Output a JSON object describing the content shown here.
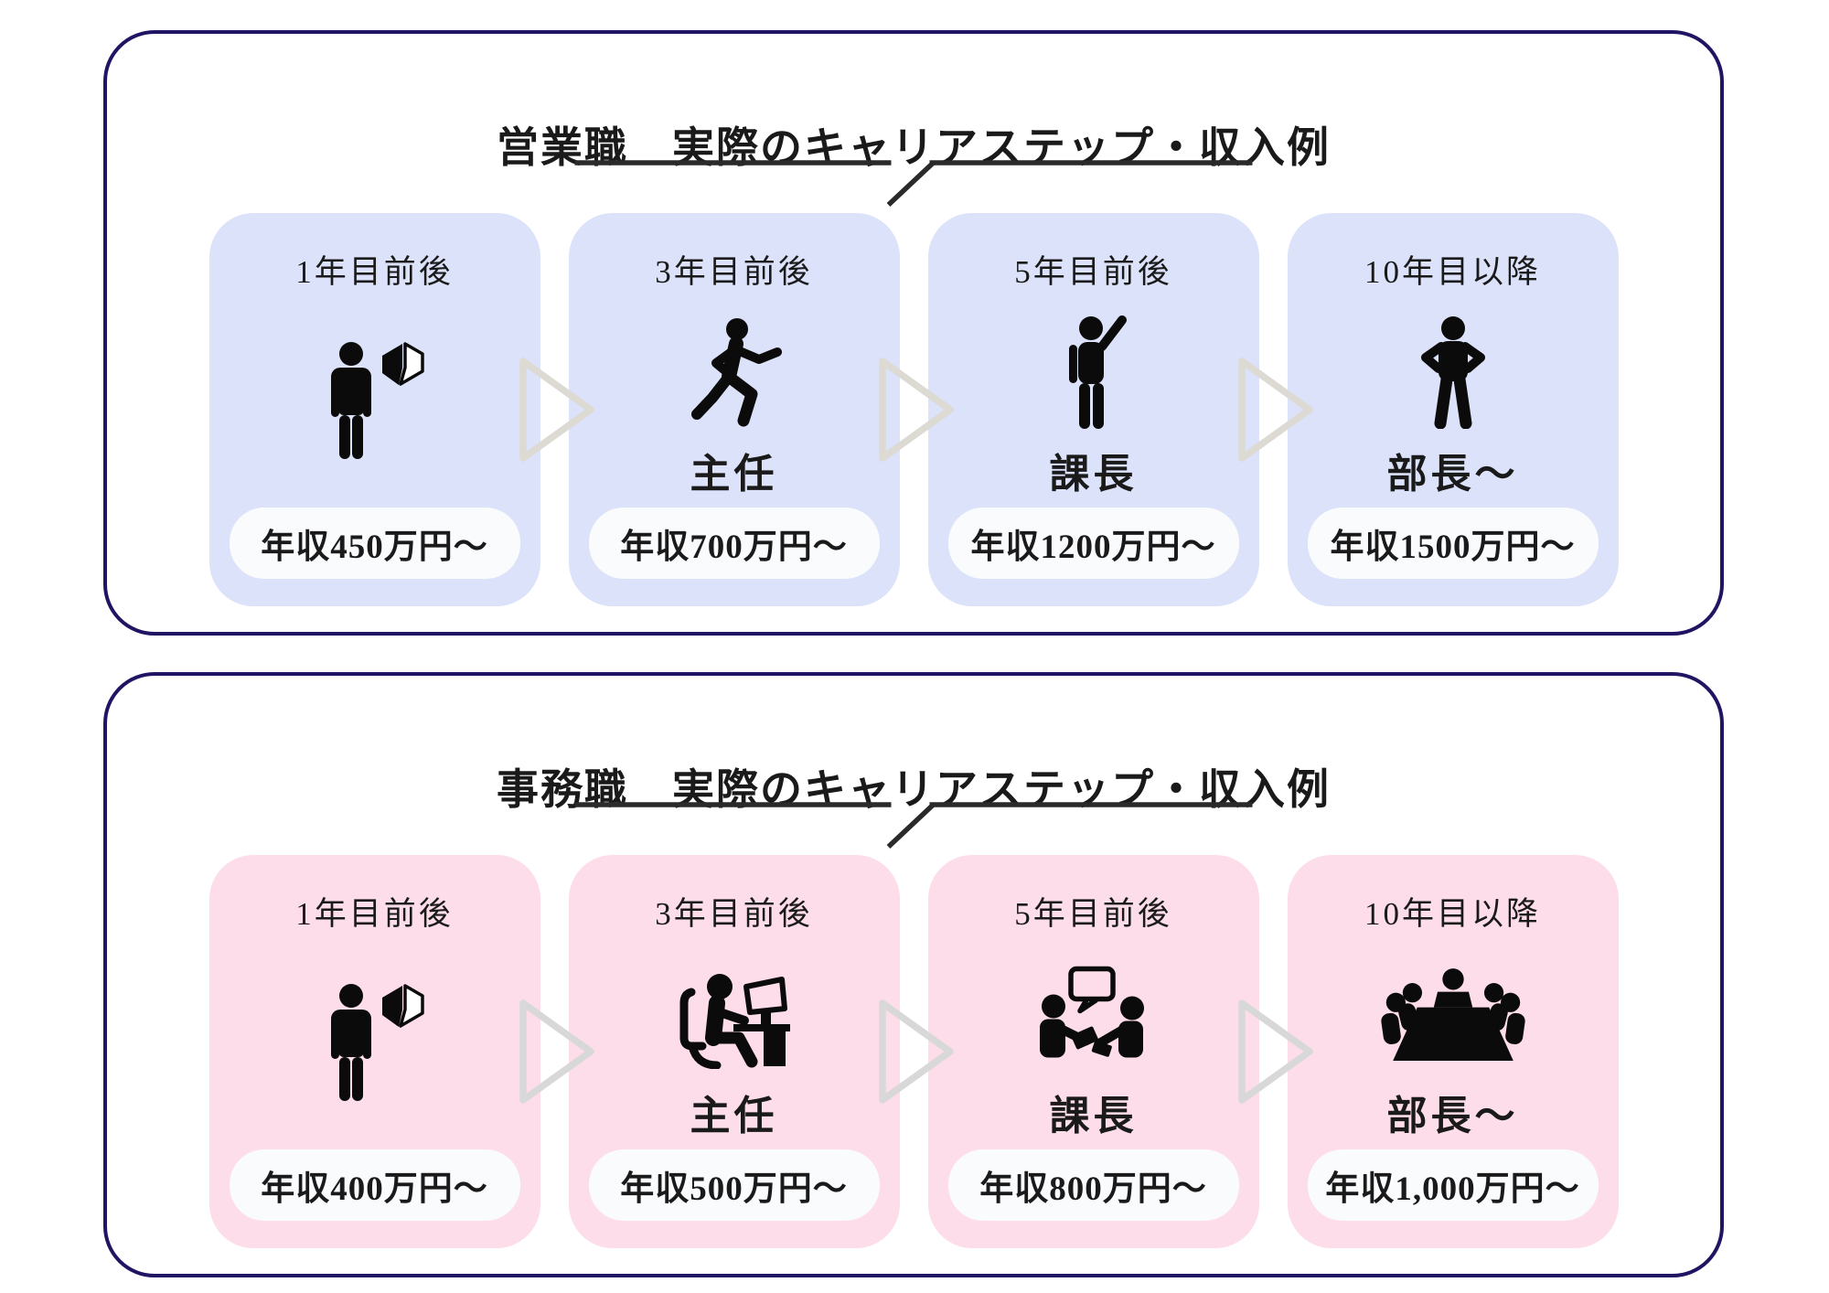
{
  "colors": {
    "panel_border": "#201563",
    "underline": "#2a2a2a",
    "icon": "#0b0b0b",
    "pill_bg": "#fafbfd",
    "sales_card_bg": "#dbe2f9",
    "sales_arrow": "#dcdad2",
    "office_card_bg": "#fcdde9",
    "office_arrow": "#d8d8d8"
  },
  "sections": [
    {
      "title": "営業職　実際のキャリアステップ・収入例",
      "card_color": "#dbe2f9",
      "arrow_color": "#dcdad2",
      "steps": [
        {
          "year": "1年目前後",
          "icon": "person-beginner-icon",
          "role": "",
          "income": "年収450万円〜"
        },
        {
          "year": "3年目前後",
          "icon": "person-running-icon",
          "role": "主任",
          "income": "年収700万円〜"
        },
        {
          "year": "5年目前後",
          "icon": "person-raising-hand-icon",
          "role": "課長",
          "income": "年収1200万円〜"
        },
        {
          "year": "10年目以降",
          "icon": "person-hands-on-hips-icon",
          "role": "部長〜",
          "income": "年収1500万円〜"
        }
      ]
    },
    {
      "title": "事務職　実際のキャリアステップ・収入例",
      "card_color": "#fcdde9",
      "arrow_color": "#d8d8d8",
      "steps": [
        {
          "year": "1年目前後",
          "icon": "person-beginner-icon",
          "role": "",
          "income": "年収400万円〜"
        },
        {
          "year": "3年目前後",
          "icon": "desk-worker-icon",
          "role": "主任",
          "income": "年収500万円〜"
        },
        {
          "year": "5年目前後",
          "icon": "conversation-icon",
          "role": "課長",
          "income": "年収800万円〜"
        },
        {
          "year": "10年目以降",
          "icon": "meeting-table-icon",
          "role": "部長〜",
          "income": "年収1,000万円〜"
        }
      ]
    }
  ]
}
